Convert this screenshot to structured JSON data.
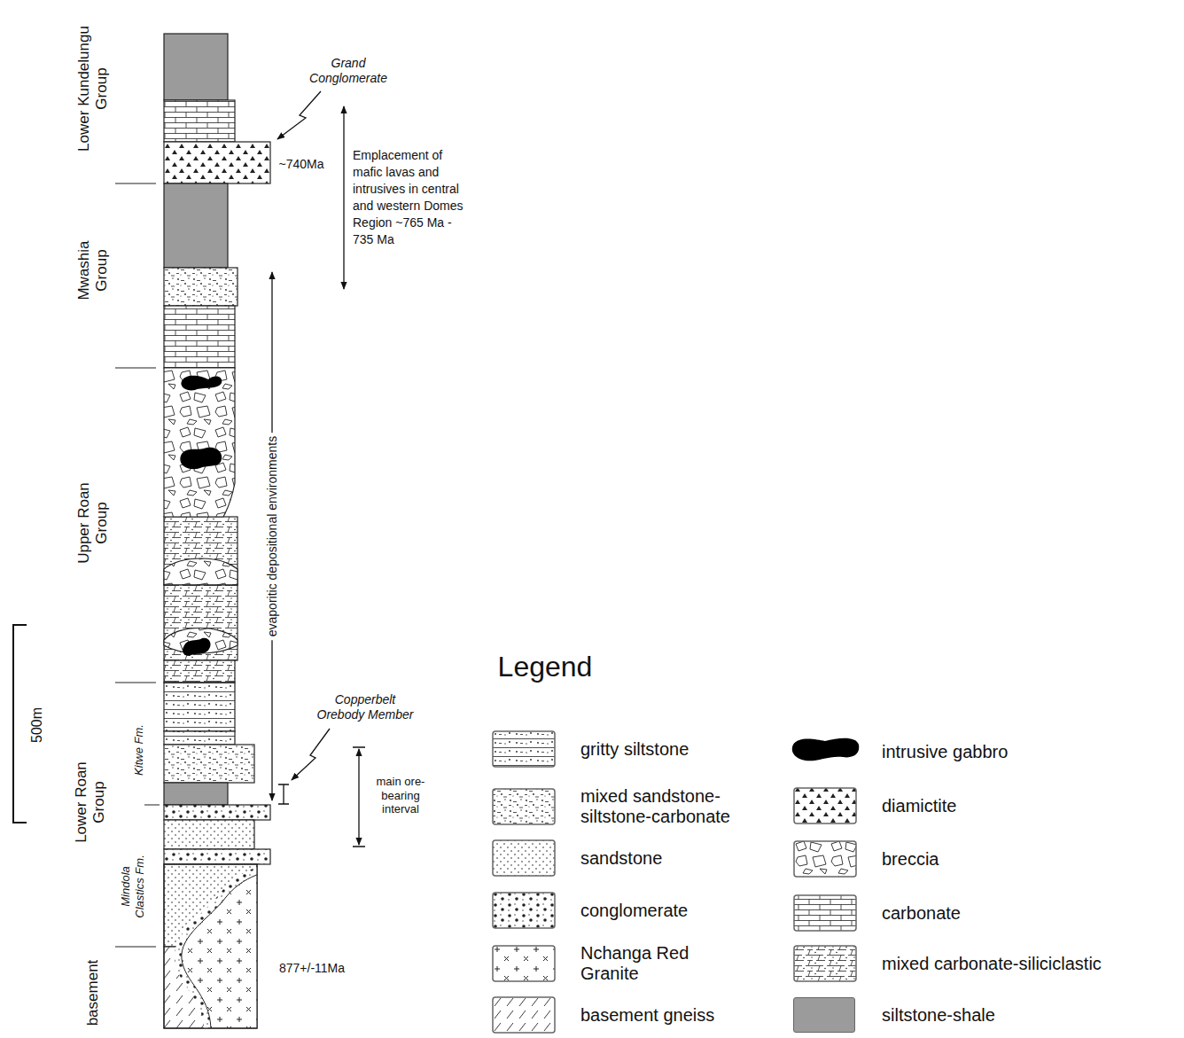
{
  "diagram": {
    "labels": [
      "Lower Kundelungu Group",
      "Grand Conglomerate",
      "~740Ma",
      "Emplacement of mafic lavas and intrusives in central and western Domes Region ~765 Ma - 735 Ma",
      "Mwashia Group",
      "Upper Roan Group",
      "evaporitic depositional environments",
      "Copperbelt Orebody Member",
      "500m",
      "Kitwe Fm.",
      "main ore-bearing interval",
      "Lower Roan Group",
      "Mindola Clastics Fm.",
      "877+/-11Ma",
      "basement",
      "Legend"
    ],
    "legend": [
      {
        "text": "gritty siltstone"
      },
      {
        "text": "mixed sandstone-siltstone-carbonate"
      },
      {
        "text": "sandstone"
      },
      {
        "text": "conglomerate"
      },
      {
        "text": "Nchanga Red Granite"
      },
      {
        "text": "basement gneiss"
      },
      {
        "text": "intrusive gabbro"
      },
      {
        "text": "diamictite"
      },
      {
        "text": "breccia"
      },
      {
        "text": "carbonate"
      },
      {
        "text": "mixed carbonate-siliciclastic"
      },
      {
        "text": "siltstone-shale",
        "color": "#9b9b9b"
      }
    ]
  }
}
